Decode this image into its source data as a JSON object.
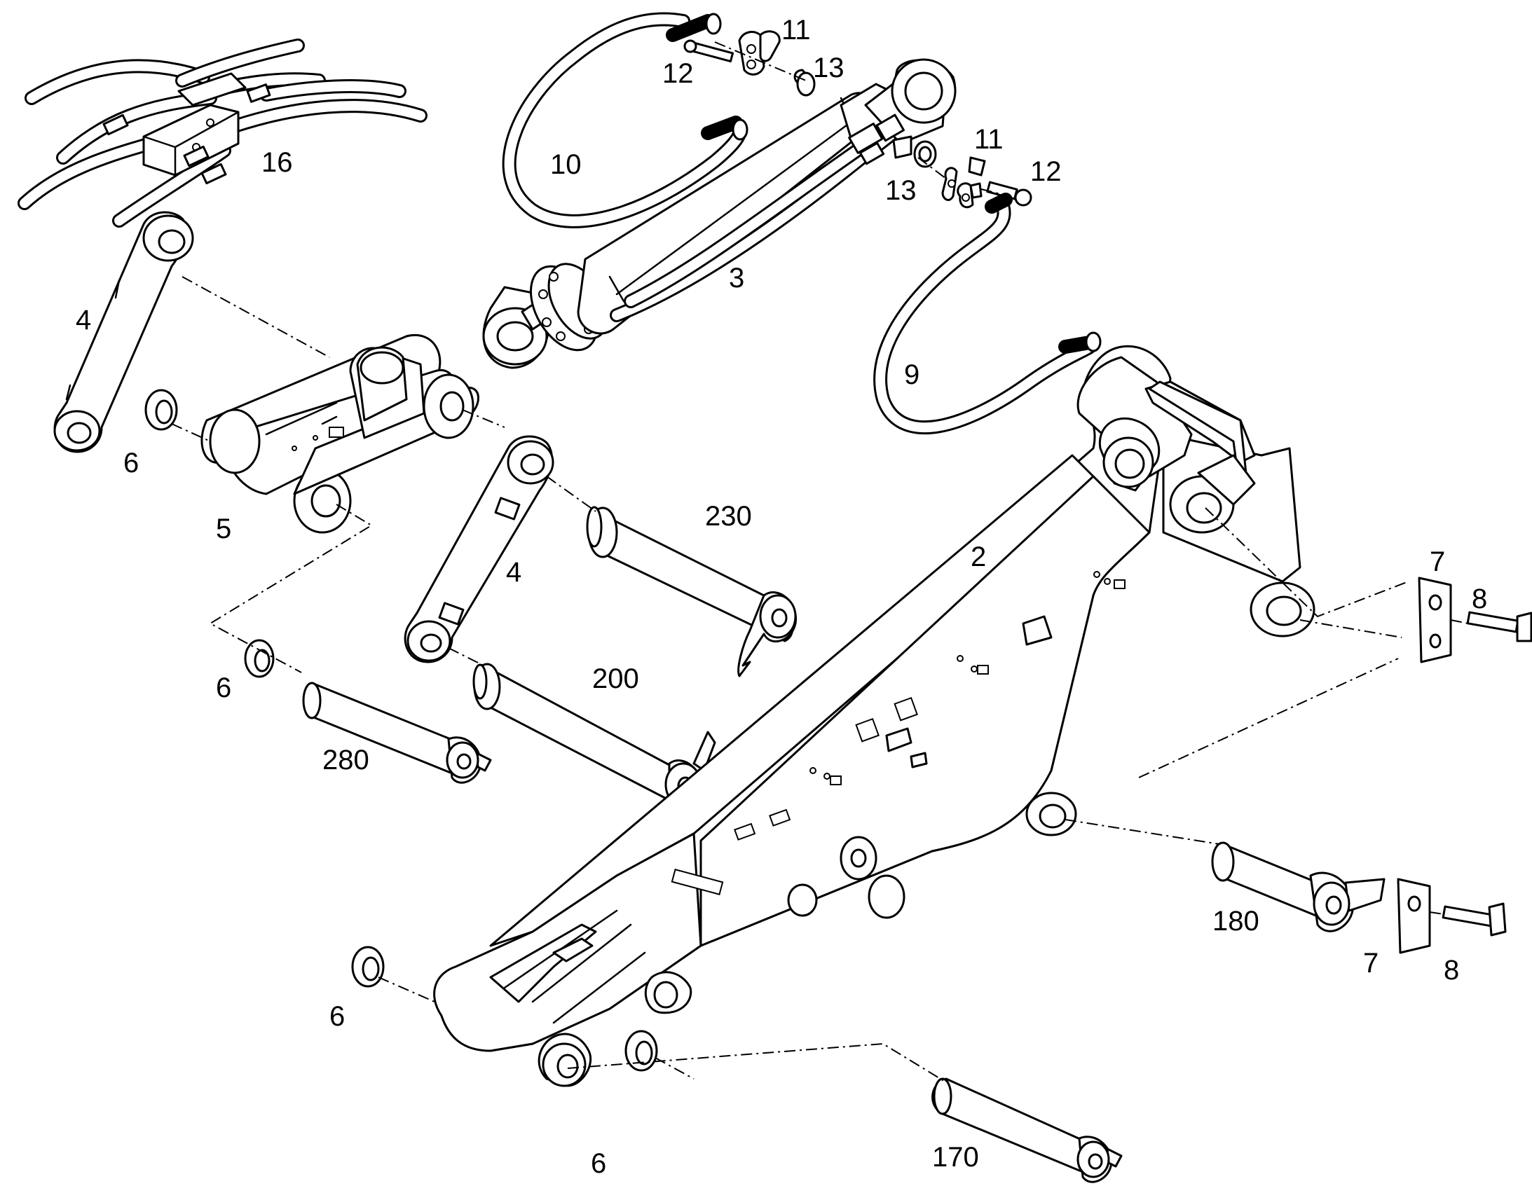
{
  "diagram": {
    "labels": [
      {
        "id": "lbl-16",
        "text": "16"
      },
      {
        "id": "lbl-11a",
        "text": "11"
      },
      {
        "id": "lbl-12a",
        "text": "12"
      },
      {
        "id": "lbl-13a",
        "text": "13"
      },
      {
        "id": "lbl-10",
        "text": "10"
      },
      {
        "id": "lbl-11b",
        "text": "11"
      },
      {
        "id": "lbl-12b",
        "text": "12"
      },
      {
        "id": "lbl-13b",
        "text": "13"
      },
      {
        "id": "lbl-3",
        "text": "3"
      },
      {
        "id": "lbl-9",
        "text": "9"
      },
      {
        "id": "lbl-4a",
        "text": "4"
      },
      {
        "id": "lbl-6a",
        "text": "6"
      },
      {
        "id": "lbl-5",
        "text": "5"
      },
      {
        "id": "lbl-230",
        "text": "230"
      },
      {
        "id": "lbl-4b",
        "text": "4"
      },
      {
        "id": "lbl-2",
        "text": "2"
      },
      {
        "id": "lbl-7a",
        "text": "7"
      },
      {
        "id": "lbl-8a",
        "text": "8"
      },
      {
        "id": "lbl-200",
        "text": "200"
      },
      {
        "id": "lbl-6b",
        "text": "6"
      },
      {
        "id": "lbl-280",
        "text": "280"
      },
      {
        "id": "lbl-180",
        "text": "180"
      },
      {
        "id": "lbl-7b",
        "text": "7"
      },
      {
        "id": "lbl-8b",
        "text": "8"
      },
      {
        "id": "lbl-6c",
        "text": "6"
      },
      {
        "id": "lbl-6d",
        "text": "6"
      },
      {
        "id": "lbl-170",
        "text": "170"
      }
    ]
  }
}
